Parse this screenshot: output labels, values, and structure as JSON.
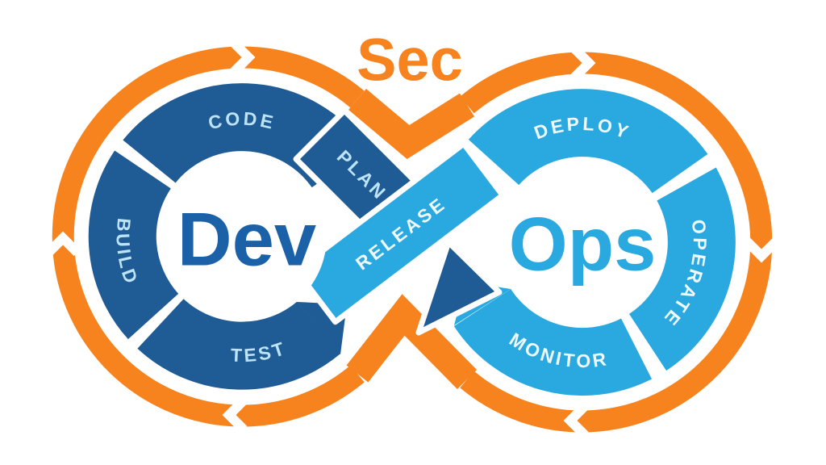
{
  "diagram": {
    "sec_label": "Sec",
    "release_label": "RELEASE",
    "dev": {
      "label": "Dev",
      "stages": {
        "plan": "PLAN",
        "code": "CODE",
        "build": "BUILD",
        "test": "TEST"
      }
    },
    "ops": {
      "label": "Ops",
      "stages": {
        "deploy": "DEPLOY",
        "operate": "OPERATE",
        "monitor": "MONITOR"
      }
    },
    "colors": {
      "orange": "#F6831D",
      "dark_blue": "#1F5B94",
      "light_blue": "#29A9E0",
      "dev_text": "#1B61A8",
      "pale_label": "#BCE3F8",
      "light_label": "#EEF9FF",
      "background": "#FFFFFF"
    }
  }
}
